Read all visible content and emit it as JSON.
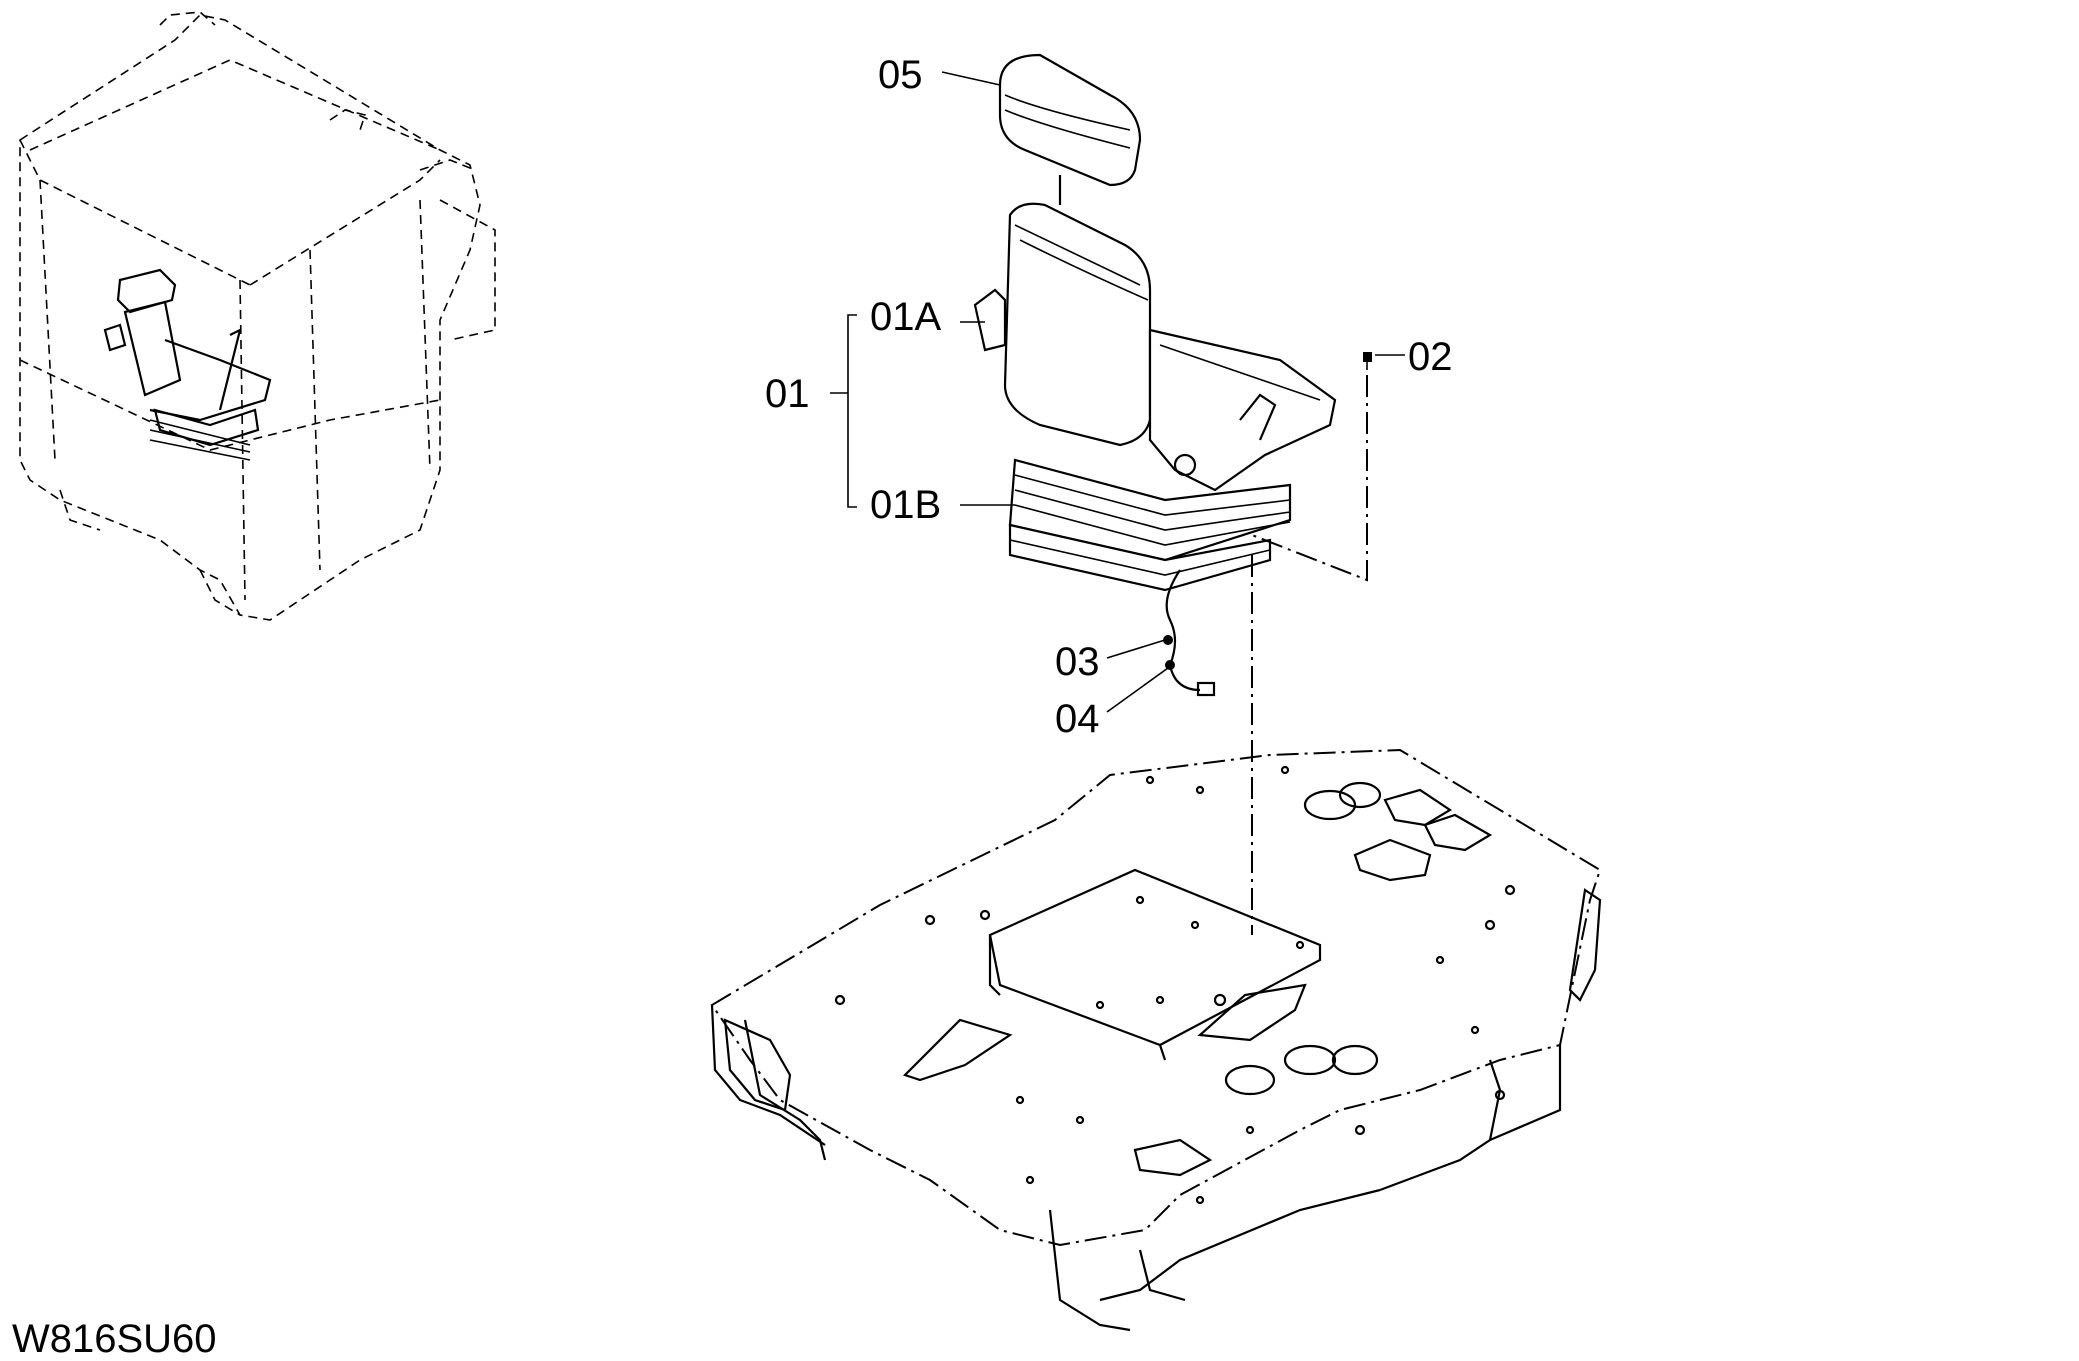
{
  "drawing_code": "W816SU60",
  "callouts": {
    "c01": "01",
    "c01A": "01A",
    "c01B": "01B",
    "c02": "02",
    "c03": "03",
    "c04": "04",
    "c05": "05"
  }
}
